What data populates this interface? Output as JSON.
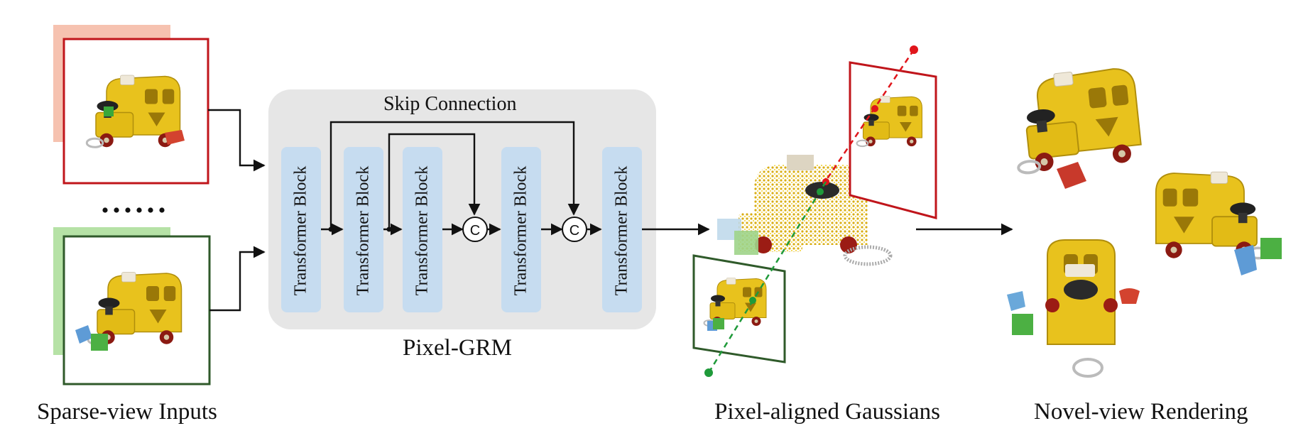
{
  "inputs": {
    "caption": "Sparse-view Inputs",
    "ellipsis": "......"
  },
  "model": {
    "name": "Pixel-GRM",
    "skip_label": "Skip Connection",
    "blocks": [
      "Transformer Block",
      "Transformer Block",
      "Transformer Block",
      "Transformer Block",
      "Transformer Block"
    ],
    "concat_symbol": "C"
  },
  "gaussians": {
    "caption": "Pixel-aligned Gaussians"
  },
  "rendering": {
    "caption": "Novel-view Rendering"
  },
  "colors": {
    "panel_bg": "#e6e6e6",
    "block_fill": "#c6dcf0",
    "red_frame": "#c0151b",
    "green_frame": "#2f5a2a",
    "red_shadow": "#f6c2b0",
    "green_shadow": "#b6e2a6",
    "toy_yellow": "#e8c21d",
    "ray_red": "#e0151b",
    "ray_green": "#1f9a3a"
  }
}
